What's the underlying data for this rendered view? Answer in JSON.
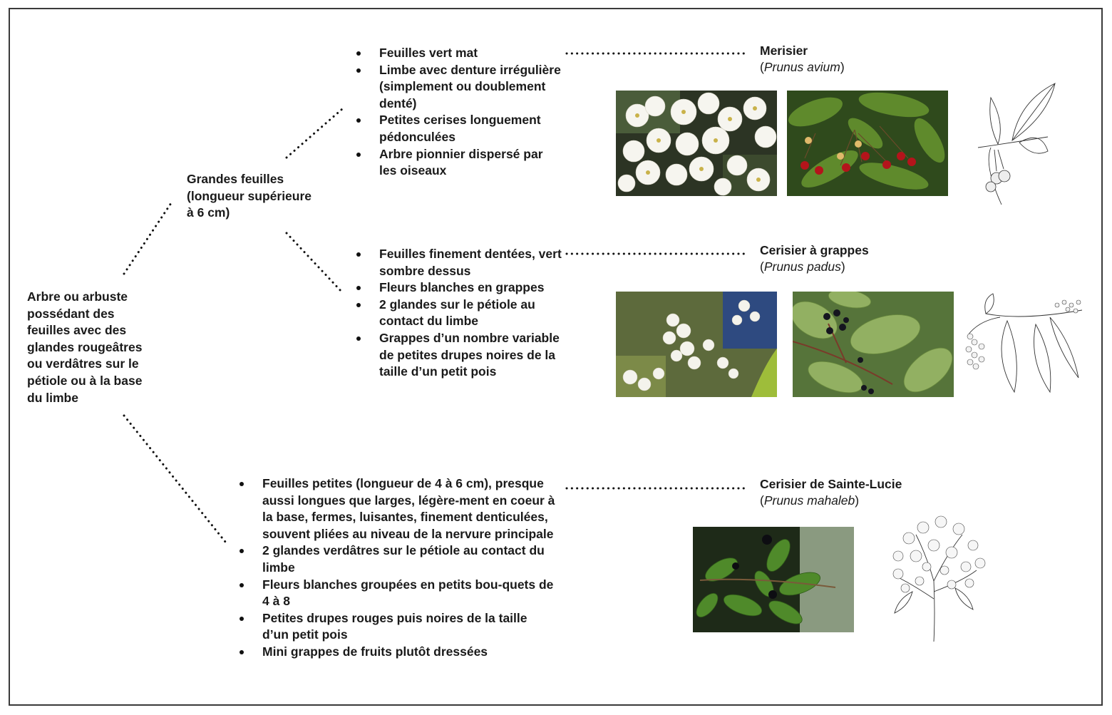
{
  "root": {
    "text": "Arbre ou arbuste possédant des feuilles avec des glandes rougeâtres ou verdâtres sur le pétiole ou à la base du limbe"
  },
  "branch_large": {
    "text": "Grandes feuilles (longueur supérieure à 6 cm)"
  },
  "merisier": {
    "name": "Merisier",
    "paren_open": "(",
    "latin": "Prunus avium",
    "paren_close": ")",
    "traits": [
      "Feuilles vert mat",
      "Limbe avec denture irrégulière (simplement ou doublement denté)",
      "Petites cerises longuement pédonculées",
      "Arbre pionnier dispersé par les oiseaux"
    ]
  },
  "cerisier_grappes": {
    "name": "Cerisier à grappes",
    "paren_open": "(",
    "latin": "Prunus padus",
    "paren_close": ")",
    "traits": [
      "Feuilles finement dentées, vert sombre dessus",
      "Fleurs blanches en grappes",
      "2 glandes sur le pétiole au contact du limbe",
      "Grappes d’un nombre variable de petites drupes noires de la taille d’un petit pois"
    ]
  },
  "sainte_lucie": {
    "name": "Cerisier de Sainte-Lucie",
    "paren_open": "(",
    "latin": "Prunus mahaleb",
    "paren_close": ")",
    "traits": [
      "Feuilles petites (longueur de 4 à 6 cm), presque aussi longues que larges, légère-ment en coeur à la base, fermes, luisantes, finement denticulées, souvent pliées au niveau de la nervure principale",
      "2 glandes verdâtres sur le pétiole au contact du limbe",
      "Fleurs blanches groupées en petits bou-quets de 4 à 8",
      "Petites drupes rouges puis noires de la taille d’un petit pois",
      "Mini grappes de fruits plutôt dressées"
    ]
  },
  "colors": {
    "border": "#3a3a3a",
    "text": "#1a1a1a",
    "dots": "#111111"
  },
  "pictures": {
    "merisier_flowers": "white cherry blossoms photo",
    "merisier_fruits": "red cherries among leaves photo",
    "merisier_drawing": "line drawing of leaves and cherries",
    "padus_flowers": "white flower racemes photo",
    "padus_fruits": "black drupes on branch photo",
    "padus_drawing": "line drawing of leaves and flower raceme",
    "mahaleb_fruits": "glossy leaves with black drupes photo",
    "mahaleb_drawing": "line drawing of flowering branch"
  }
}
